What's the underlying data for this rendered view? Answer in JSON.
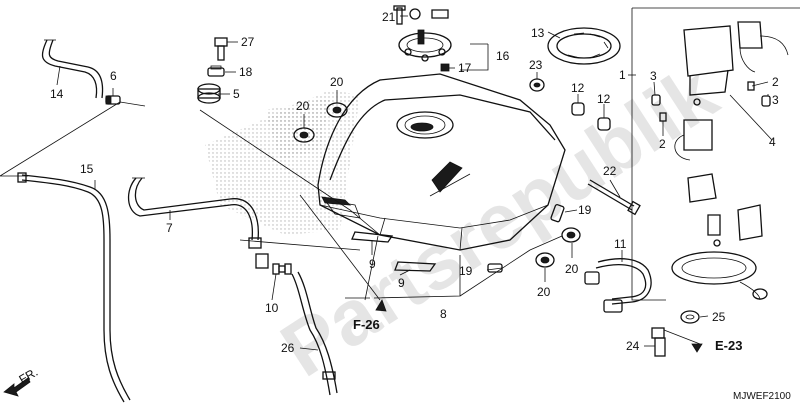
{
  "watermark": "Partsrepublik",
  "drawing_code": "MJWEF2100",
  "front_indicator": "FR.",
  "callouts": [
    {
      "id": "21",
      "text": "21"
    },
    {
      "id": "27",
      "text": "27"
    },
    {
      "id": "18",
      "text": "18"
    },
    {
      "id": "5",
      "text": "5"
    },
    {
      "id": "6",
      "text": "6"
    },
    {
      "id": "14",
      "text": "14"
    },
    {
      "id": "16",
      "text": "16"
    },
    {
      "id": "17",
      "text": "17"
    },
    {
      "id": "13",
      "text": "13"
    },
    {
      "id": "23",
      "text": "23"
    },
    {
      "id": "20a",
      "text": "20"
    },
    {
      "id": "20b",
      "text": "20"
    },
    {
      "id": "20c",
      "text": "20"
    },
    {
      "id": "20d",
      "text": "20"
    },
    {
      "id": "12a",
      "text": "12"
    },
    {
      "id": "12b",
      "text": "12"
    },
    {
      "id": "1",
      "text": "1"
    },
    {
      "id": "3a",
      "text": "3"
    },
    {
      "id": "2a",
      "text": "2"
    },
    {
      "id": "3b",
      "text": "3"
    },
    {
      "id": "2b",
      "text": "2"
    },
    {
      "id": "4",
      "text": "4"
    },
    {
      "id": "15",
      "text": "15"
    },
    {
      "id": "7",
      "text": "7"
    },
    {
      "id": "22",
      "text": "22"
    },
    {
      "id": "19a",
      "text": "19"
    },
    {
      "id": "19b",
      "text": "19"
    },
    {
      "id": "9a",
      "text": "9"
    },
    {
      "id": "9b",
      "text": "9"
    },
    {
      "id": "10",
      "text": "10"
    },
    {
      "id": "8",
      "text": "8"
    },
    {
      "id": "11",
      "text": "11"
    },
    {
      "id": "20e",
      "text": "20"
    },
    {
      "id": "25",
      "text": "25"
    },
    {
      "id": "24",
      "text": "24"
    },
    {
      "id": "26",
      "text": "26"
    }
  ],
  "references": [
    {
      "id": "F-26",
      "text": "F-26"
    },
    {
      "id": "E-23",
      "text": "E-23"
    }
  ]
}
